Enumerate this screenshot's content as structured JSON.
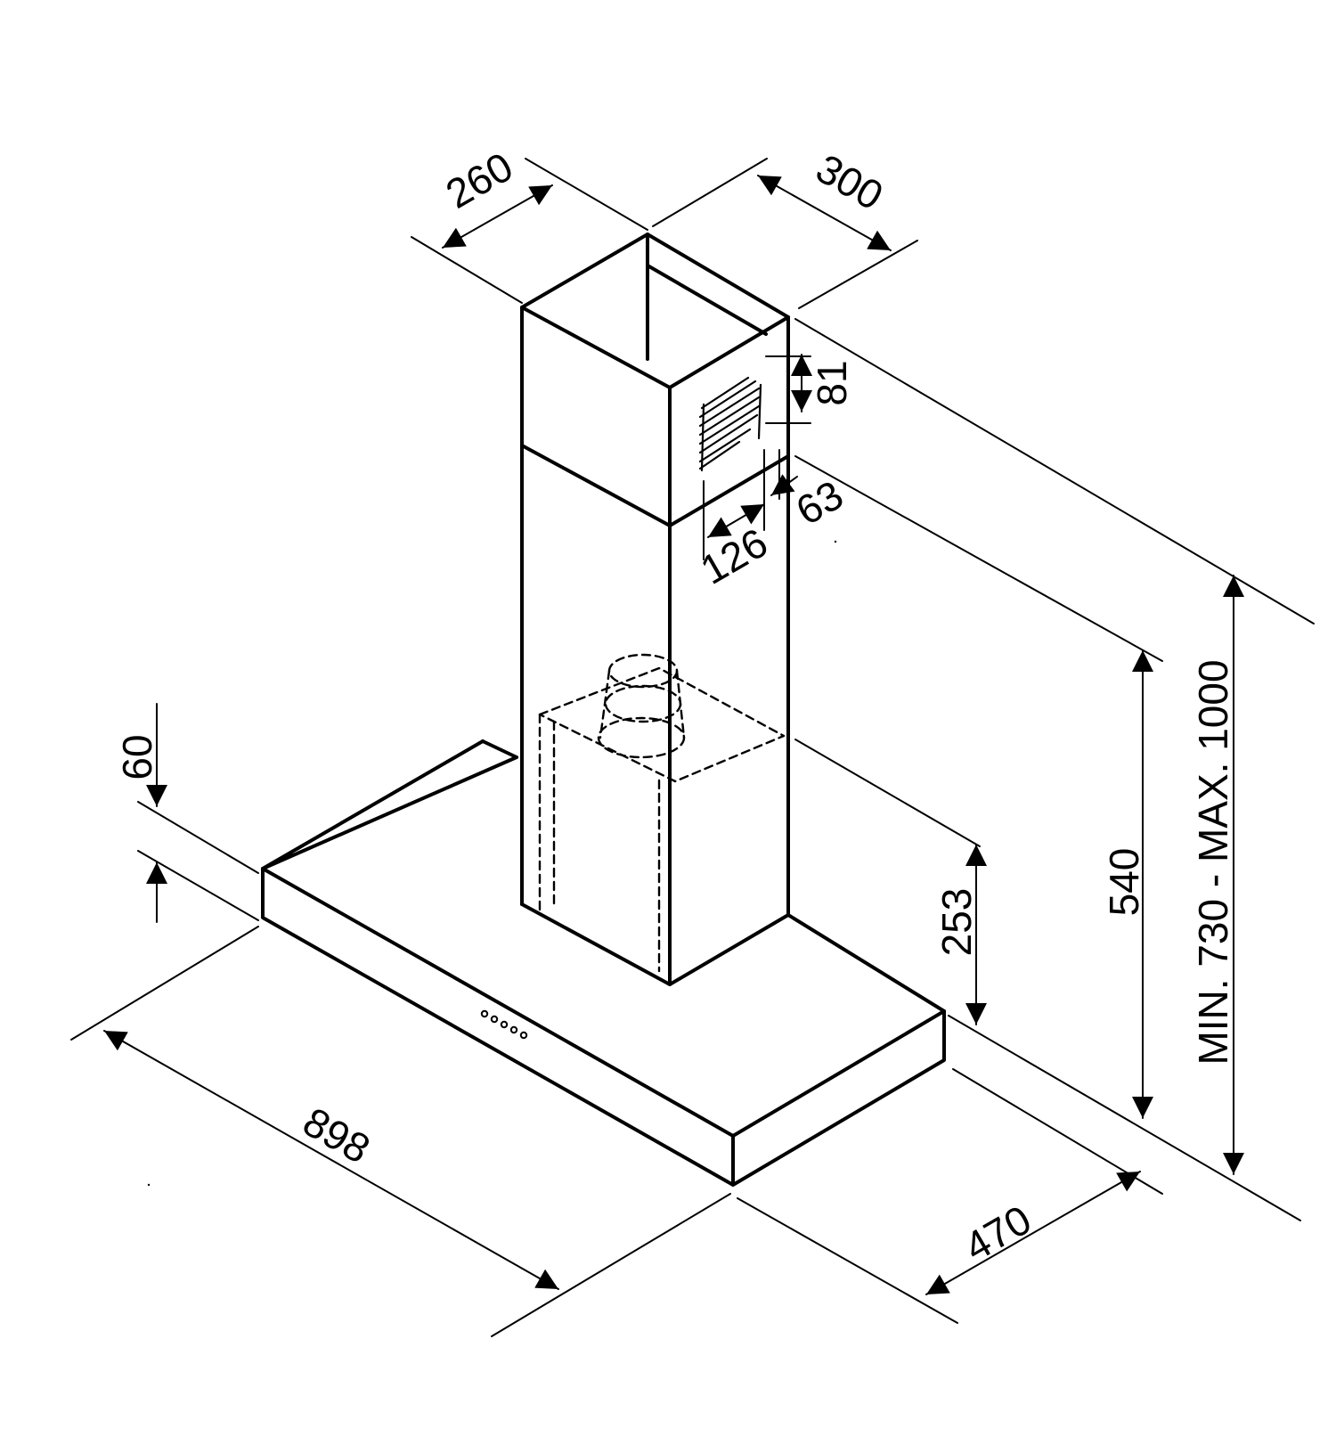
{
  "dimensions": {
    "chimney_depth": "260",
    "chimney_width": "300",
    "vent_height": "81",
    "vent_offset": "63",
    "vent_width": "126",
    "canopy_thickness": "60",
    "canopy_width": "898",
    "canopy_depth": "470",
    "bottom_to_chimney": "253",
    "bottom_to_joint": "540",
    "total_height": "MIN. 730 - MAX. 1000"
  },
  "colors": {
    "line": "#000000",
    "background": "#ffffff"
  }
}
